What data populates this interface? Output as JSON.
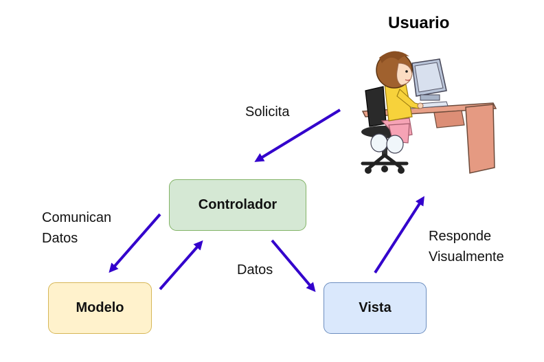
{
  "diagram": {
    "title": "Usuario",
    "nodes": {
      "controlador": "Controlador",
      "modelo": "Modelo",
      "vista": "Vista"
    },
    "labels": {
      "solicita": "Solicita",
      "comunican_line1": "Comunican",
      "comunican_line2": "Datos",
      "datos": "Datos",
      "responde_line1": "Responde",
      "responde_line2": "Visualmente"
    },
    "colors": {
      "arrow": "#3300cc",
      "controlador_fill": "#d5e8d4",
      "controlador_border": "#82b366",
      "modelo_fill": "#fff2cc",
      "modelo_border": "#d6b656",
      "vista_fill": "#dae8fc",
      "vista_border": "#6c8ebf"
    },
    "illustration": "user-at-computer-desk"
  }
}
